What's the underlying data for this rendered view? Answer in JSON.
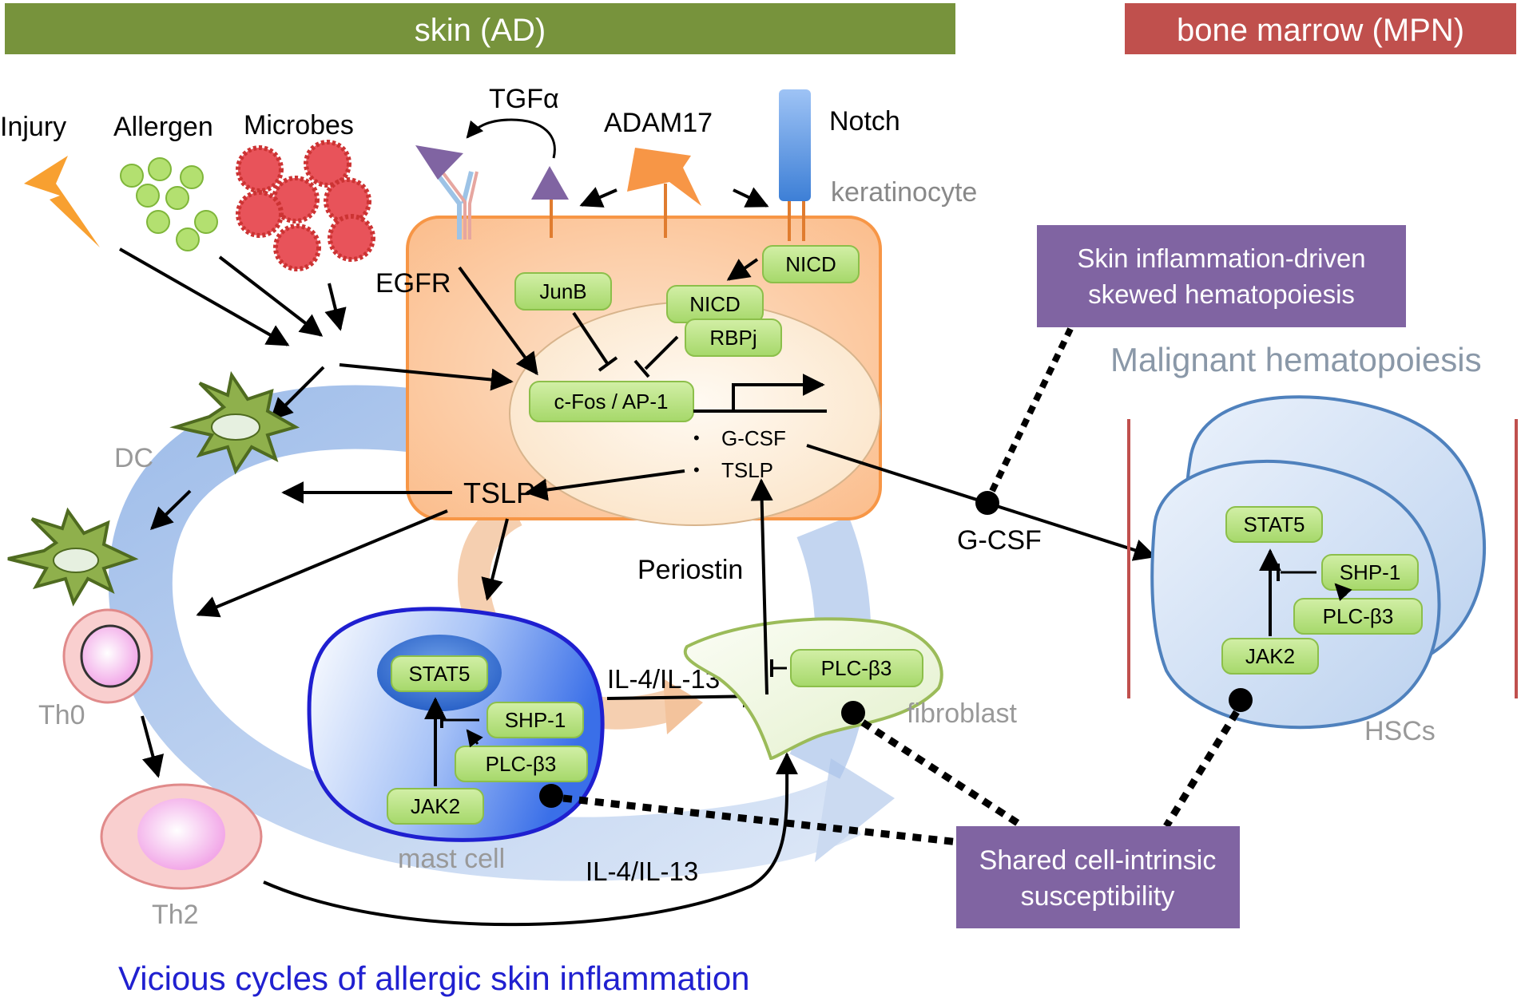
{
  "headers": {
    "skin": "skin (AD)",
    "bone_marrow": "bone marrow (MPN)"
  },
  "triggers": {
    "injury": "Injury",
    "allergen": "Allergen",
    "microbes": "Microbes"
  },
  "receptors": {
    "tgfa": "TGFα",
    "adam17": "ADAM17",
    "notch": "Notch",
    "egfr": "EGFR"
  },
  "keratinocyte": {
    "label": "keratinocyte",
    "nicd_membrane": "NICD",
    "nicd_nuclear": "NICD",
    "rbpj": "RBPj",
    "junb": "JunB",
    "cfos": "c-Fos / AP-1",
    "gcsf": "G-CSF",
    "tslp": "TSLP",
    "bullet": "•"
  },
  "tslp_out": "TSLP",
  "cells": {
    "dc": "DC",
    "th0": "Th0",
    "th2": "Th2",
    "mast_cell": "mast cell",
    "fibroblast": "fibroblast",
    "hscs": "HSCs"
  },
  "mast": {
    "stat5": "STAT5",
    "shp1": "SHP-1",
    "plcb3": "PLC-β3",
    "jak2": "JAK2"
  },
  "fibro": {
    "plcb3": "PLC-β3"
  },
  "hsc": {
    "stat5": "STAT5",
    "shp1": "SHP-1",
    "plcb3": "PLC-β3",
    "jak2": "JAK2"
  },
  "mediators": {
    "periostin": "Periostin",
    "il4_upper": "IL-4/IL-13",
    "il4_lower": "IL-4/IL-13",
    "gcsf": "G-CSF"
  },
  "boxes": {
    "skewed_line1": "Skin inflammation-driven",
    "skewed_line2": "skewed hematopoiesis",
    "shared_line1": "Shared cell-intrinsic",
    "shared_line2": "susceptibility"
  },
  "malignant": "Malignant hematopoiesis",
  "caption": "Vicious cycles of allergic skin inflammation",
  "colors": {
    "skin_header": "#77933c",
    "bm_header": "#c0504d",
    "purple_box": "#8064a2",
    "keratinocyte": "#f79646",
    "green_pill": "#b9e07e",
    "hsc_blue": "#4f81bd",
    "mast_blue": "#1f1fd0",
    "caption_blue": "#2020d0"
  }
}
